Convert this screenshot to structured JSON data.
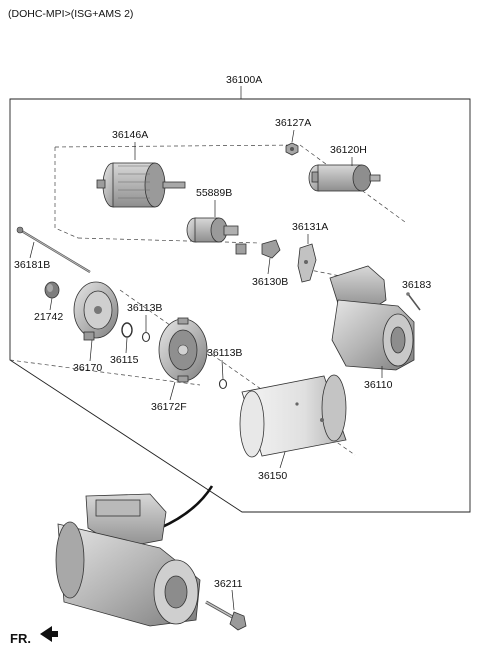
{
  "header": {
    "variant": "(DOHC-MPI>(ISG+AMS 2)"
  },
  "parts": {
    "p36100A": "36100A",
    "p36146A": "36146A",
    "p36127A": "36127A",
    "p36120H": "36120H",
    "p55889B": "55889B",
    "p36131A": "36131A",
    "p36181B": "36181B",
    "p36130B": "36130B",
    "p36183": "36183",
    "p36113B_a": "36113B",
    "p21742": "21742",
    "p36113B_b": "36113B",
    "p36115": "36115",
    "p36170": "36170",
    "p36110": "36110",
    "p36172F": "36172F",
    "p36150": "36150",
    "p36211": "36211"
  },
  "footer": {
    "direction_label": "FR."
  },
  "colors": {
    "part_fill": "#bdbdbd",
    "part_dark": "#8a8a8a",
    "part_light": "#dcdcdc",
    "line": "#222222"
  }
}
